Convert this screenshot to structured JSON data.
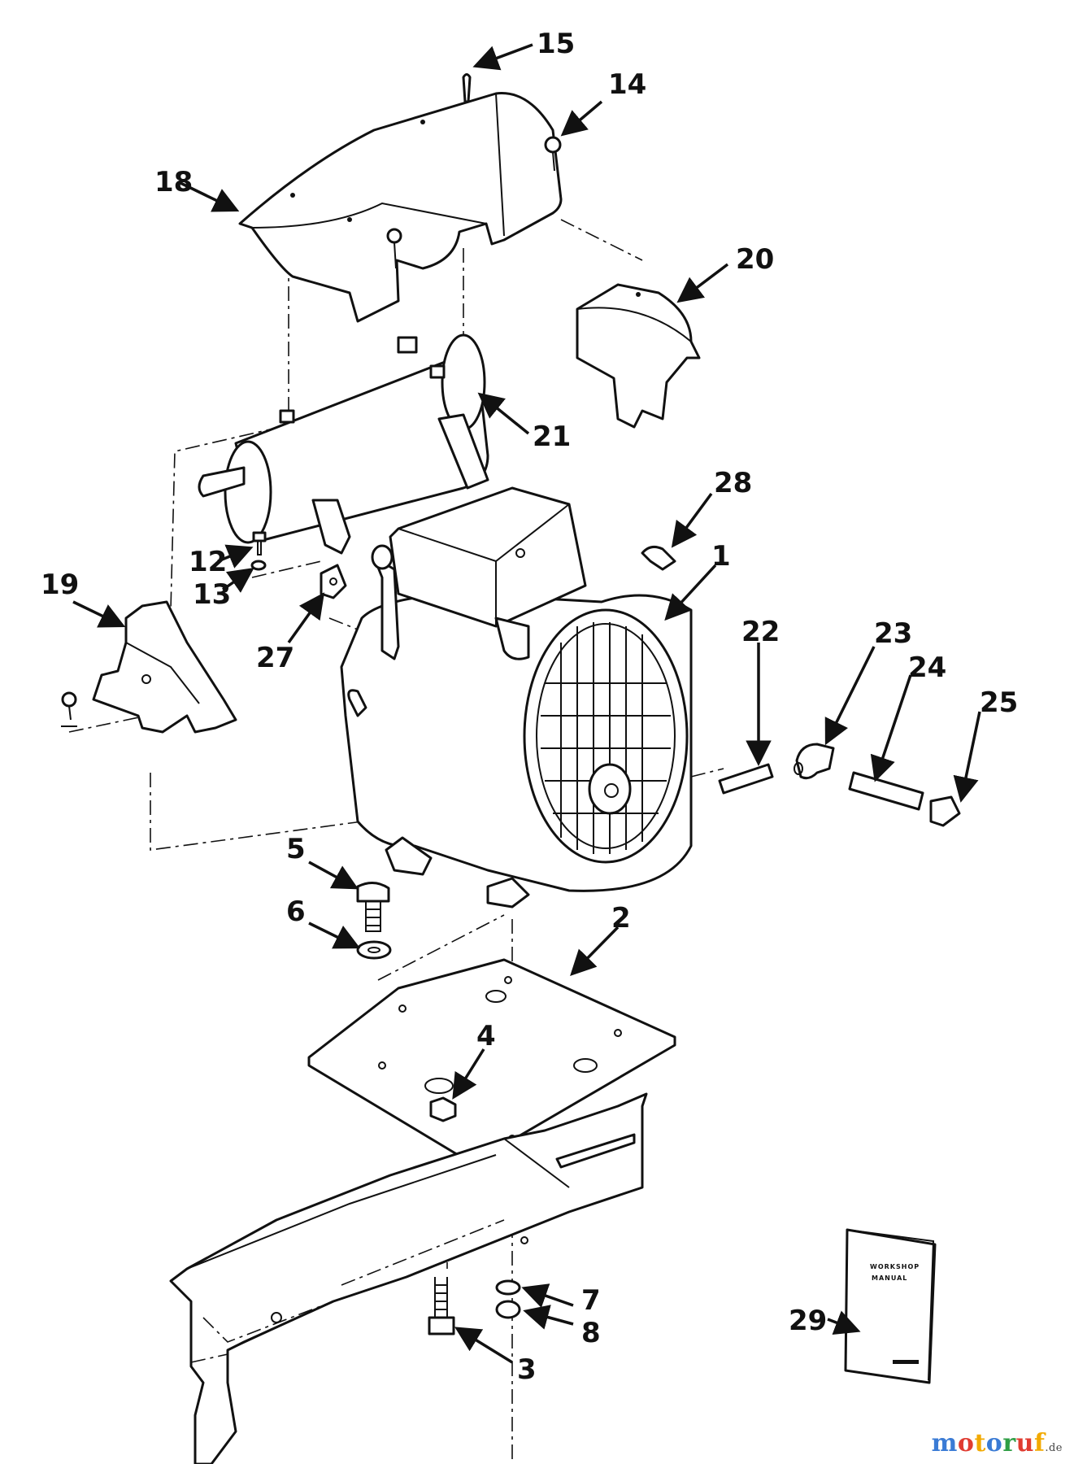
{
  "callouts": {
    "c1": "1",
    "c2": "2",
    "c3": "3",
    "c4": "4",
    "c5": "5",
    "c6": "6",
    "c7": "7",
    "c8": "8",
    "c12": "12",
    "c13": "13",
    "c14": "14",
    "c15": "15",
    "c18": "18",
    "c19": "19",
    "c20": "20",
    "c21": "21",
    "c22": "22",
    "c23": "23",
    "c24": "24",
    "c25": "25",
    "c27": "27",
    "c28": "28",
    "c29": "29"
  },
  "manual": {
    "line1": "WORKSHOP",
    "line2": "MANUAL"
  },
  "watermark": {
    "brand": "motoruf",
    "suffix": ".de"
  },
  "colors": {
    "ink": "#111111",
    "paper": "#ffffff"
  }
}
